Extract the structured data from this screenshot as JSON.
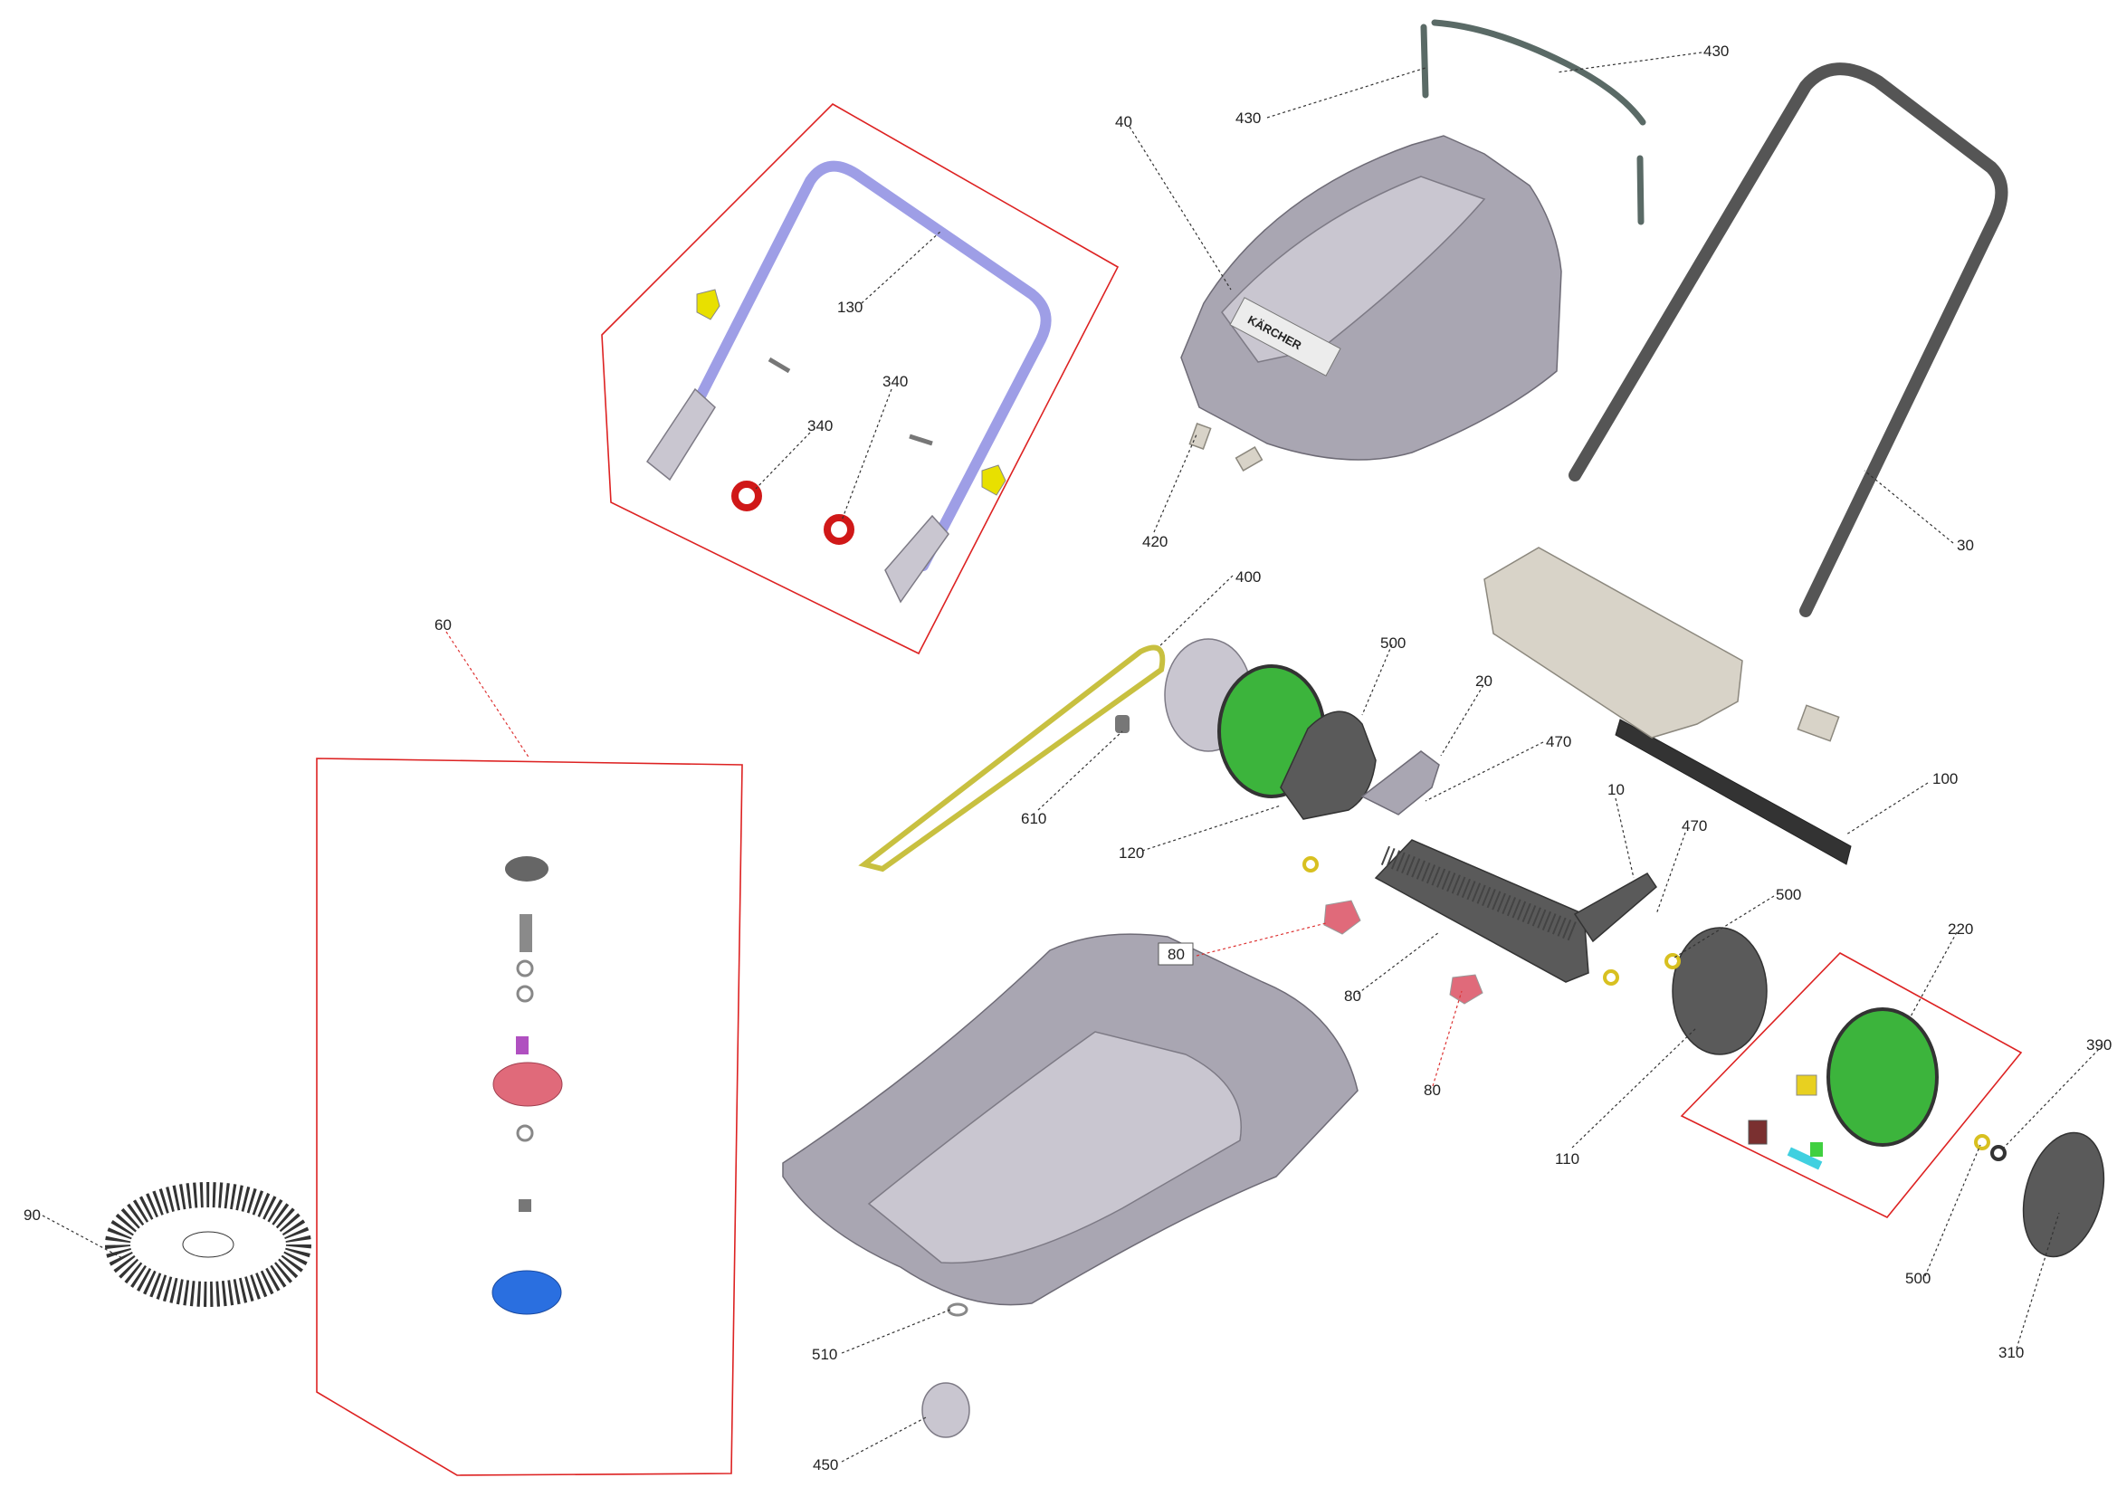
{
  "callouts": [
    "430",
    "430",
    "40",
    "130",
    "340",
    "340",
    "420",
    "30",
    "400",
    "60",
    "500",
    "20",
    "470",
    "610",
    "120",
    "10",
    "470",
    "100",
    "80",
    "80",
    "500",
    "80",
    "220",
    "390",
    "110",
    "90",
    "500",
    "310",
    "510",
    "450"
  ],
  "brand": "KÄRCHER",
  "colors": {
    "group_frame": "#d22222",
    "housing": "#a9a6b2",
    "handle": "#5a5a5a",
    "wheel_green": "#3cb43c",
    "accent_yellow": "#e8e000",
    "accent_red": "#d01818",
    "accent_pink": "#e06a7a",
    "accent_blue": "#2a6fe0"
  }
}
